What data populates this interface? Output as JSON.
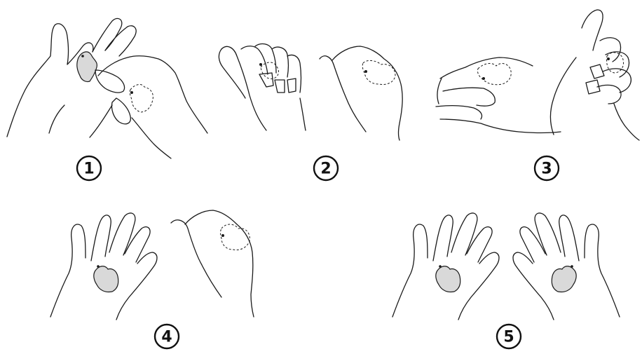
{
  "steps": [
    {
      "number": "1",
      "description": ""
    },
    {
      "number": "2",
      "description": ""
    },
    {
      "number": "3",
      "description": ""
    },
    {
      "number": "4",
      "description": ""
    },
    {
      "number": "5",
      "description": ""
    }
  ],
  "colors": {
    "line": "#1a1a1a",
    "patch": "#d9d9d9",
    "background": "#ffffff"
  }
}
